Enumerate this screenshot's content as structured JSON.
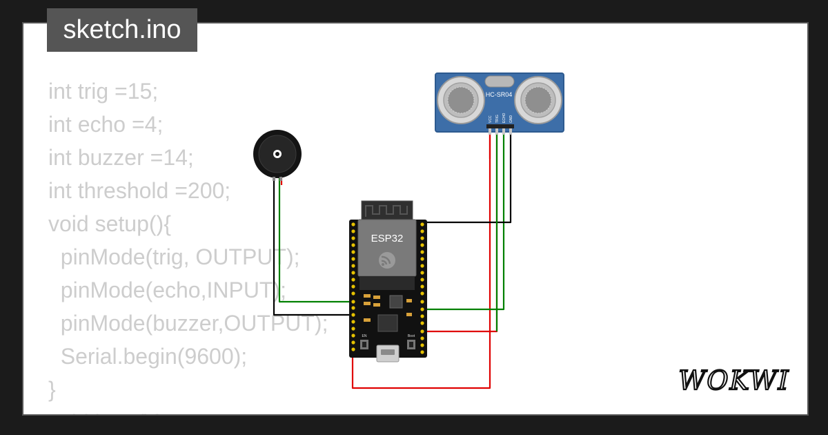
{
  "tab": {
    "filename": "sketch.ino"
  },
  "code_lines": [
    "int trig =15;",
    "int echo =4;",
    "int buzzer =14;",
    "int threshold =200;",
    "void setup(){",
    "  pinMode(trig, OUTPUT);",
    "  pinMode(echo,INPUT);",
    "  pinMode(buzzer,OUTPUT);",
    "  Serial.begin(9600);",
    "}",
    "void loop(){"
  ],
  "components": {
    "esp32": {
      "label": "ESP32",
      "button_left": "EN",
      "button_right": "Boot"
    },
    "sensor": {
      "model": "HC-SR04",
      "pins": [
        "VCC",
        "TRIG",
        "ECHO",
        "GND"
      ]
    },
    "buzzer": {}
  },
  "brand": {
    "logo": "WOKWI"
  },
  "colors": {
    "background": "#1b1b1b",
    "card": "#ffffff",
    "tab": "#555555",
    "code_text": "#cdcdcd",
    "wire_red": "#e00000",
    "wire_green": "#008000",
    "wire_black": "#000000",
    "sensor_board": "#3d6ea8",
    "esp32_board": "#111111"
  }
}
